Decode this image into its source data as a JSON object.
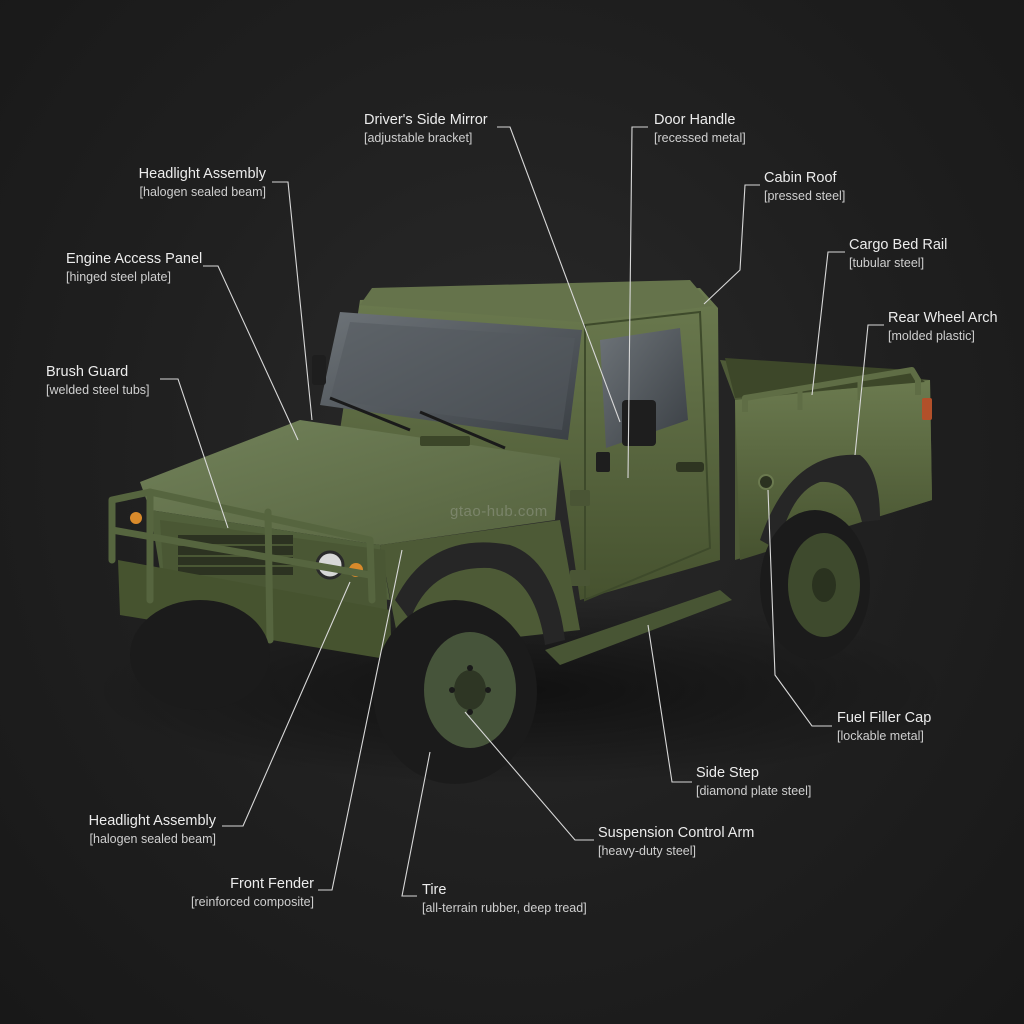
{
  "diagram": {
    "watermark": "gtao-hub.com",
    "colors": {
      "background": "#1f1f1f",
      "body": "#56633f",
      "body_dark": "#3f4a2d",
      "body_light": "#6b7a4f",
      "tire": "#1b1b1b",
      "leader_line": "#d8d8d8",
      "indicator": "#d98a2b"
    },
    "callouts": [
      {
        "id": "headlight-top",
        "name": "Headlight Assembly",
        "spec": "[halogen sealed beam]"
      },
      {
        "id": "engine-access-panel",
        "name": "Engine Access Panel",
        "spec": "[hinged steel plate]"
      },
      {
        "id": "brush-guard",
        "name": "Brush Guard",
        "spec": "[welded steel tubs]"
      },
      {
        "id": "drivers-side-mirror",
        "name": "Driver's Side Mirror",
        "spec": "[adjustable bracket]"
      },
      {
        "id": "door-handle",
        "name": "Door Handle",
        "spec": "[recessed metal]"
      },
      {
        "id": "cabin-roof",
        "name": "Cabin Roof",
        "spec": "[pressed steel]"
      },
      {
        "id": "cargo-bed-rail",
        "name": "Cargo Bed Rail",
        "spec": "[tubular steel]"
      },
      {
        "id": "rear-wheel-arch",
        "name": "Rear Wheel Arch",
        "spec": "[molded plastic]"
      },
      {
        "id": "fuel-filler-cap",
        "name": "Fuel Filler Cap",
        "spec": "[lockable metal]"
      },
      {
        "id": "side-step",
        "name": "Side Step",
        "spec": "[diamond plate steel]"
      },
      {
        "id": "suspension-control-arm",
        "name": "Suspension Control Arm",
        "spec": "[heavy-duty steel]"
      },
      {
        "id": "tire",
        "name": "Tire",
        "spec": "[all-terrain rubber, deep tread]"
      },
      {
        "id": "front-fender",
        "name": "Front Fender",
        "spec": "[reinforced composite]"
      },
      {
        "id": "headlight-bottom",
        "name": "Headlight Assembly",
        "spec": "[halogen sealed beam]"
      }
    ]
  }
}
